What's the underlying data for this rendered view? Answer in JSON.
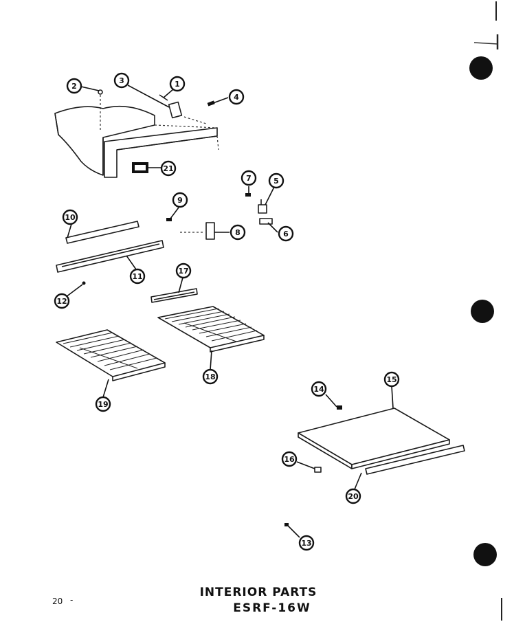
{
  "page": {
    "title": "INTERIOR PARTS",
    "model": "ESRF-16W",
    "page_number": "20",
    "page_dash": "-"
  },
  "colors": {
    "ink": "#111111",
    "paper": "#ffffff"
  },
  "callouts": [
    {
      "id": "1",
      "label": "1"
    },
    {
      "id": "2",
      "label": "2"
    },
    {
      "id": "3",
      "label": "3"
    },
    {
      "id": "4",
      "label": "4"
    },
    {
      "id": "5",
      "label": "5"
    },
    {
      "id": "6",
      "label": "6"
    },
    {
      "id": "7",
      "label": "7"
    },
    {
      "id": "8",
      "label": "8"
    },
    {
      "id": "9",
      "label": "9"
    },
    {
      "id": "10",
      "label": "10"
    },
    {
      "id": "11",
      "label": "11"
    },
    {
      "id": "12",
      "label": "12"
    },
    {
      "id": "13",
      "label": "13"
    },
    {
      "id": "14",
      "label": "14"
    },
    {
      "id": "15",
      "label": "15"
    },
    {
      "id": "16",
      "label": "16"
    },
    {
      "id": "17",
      "label": "17"
    },
    {
      "id": "18",
      "label": "18"
    },
    {
      "id": "19",
      "label": "19"
    },
    {
      "id": "20",
      "label": "20"
    },
    {
      "id": "21",
      "label": "21"
    }
  ]
}
